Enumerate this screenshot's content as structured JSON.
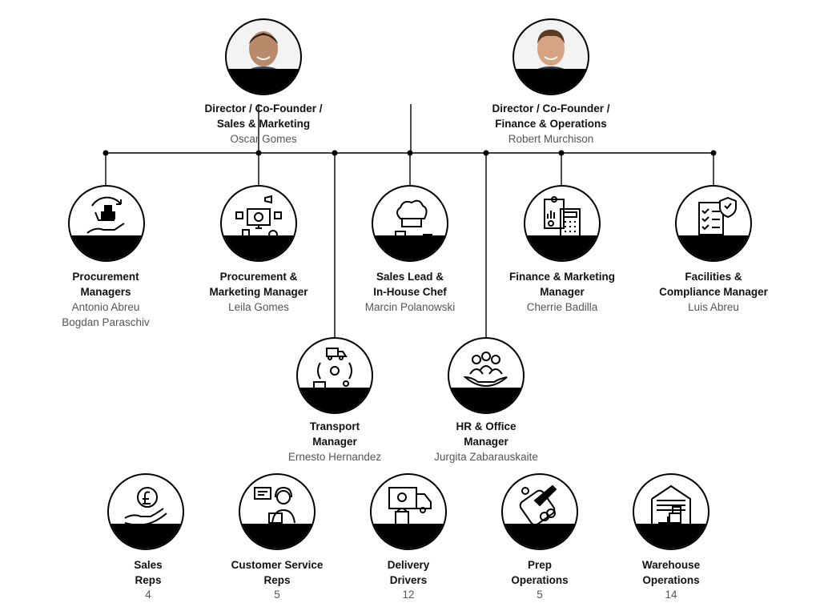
{
  "founders": [
    {
      "title_1": "Director / Co-Founder /",
      "title_2": "Sales & Marketing",
      "name": "Oscar Gomes"
    },
    {
      "title_1": "Director / Co-Founder /",
      "title_2": "Finance & Operations",
      "name": "Robert Murchison"
    }
  ],
  "managers": [
    {
      "title_1": "Procurement",
      "title_2": "Managers",
      "name_1": "Antonio Abreu",
      "name_2": "Bogdan Paraschiv",
      "icon": "procurement-hand-boxes-icon"
    },
    {
      "title_1": "Procurement &",
      "title_2": "Marketing Manager",
      "name_1": "Leila Gomes",
      "icon": "marketing-monitor-icon"
    },
    {
      "title_1": "Sales Lead &",
      "title_2": "In-House Chef",
      "name_1": "Marcin Polanowski",
      "icon": "chef-hat-icon"
    },
    {
      "title_1": "Finance & Marketing",
      "title_2": "Manager",
      "name_1": "Cherrie Badilla",
      "icon": "calculator-icon"
    },
    {
      "title_1": "Facilities &",
      "title_2": "Compliance Manager",
      "name_1": "Luis Abreu",
      "icon": "checklist-shield-icon"
    }
  ],
  "mid_managers": [
    {
      "title_1": "Transport",
      "title_2": "Manager",
      "name_1": "Ernesto Hernandez",
      "icon": "transport-cycle-icon"
    },
    {
      "title_1": "HR & Office",
      "title_2": "Manager",
      "name_1": "Jurgita Zabarauskaite",
      "icon": "team-hand-icon"
    }
  ],
  "teams": [
    {
      "title_1": "Sales",
      "title_2": "Reps",
      "count": "4",
      "icon": "pound-coin-hand-icon"
    },
    {
      "title_1": "Customer Service",
      "title_2": "Reps",
      "count": "5",
      "icon": "headset-agent-icon"
    },
    {
      "title_1": "Delivery",
      "title_2": "Drivers",
      "count": "12",
      "icon": "delivery-van-icon"
    },
    {
      "title_1": "Prep",
      "title_2": "Operations",
      "count": "5",
      "icon": "cutting-board-icon"
    },
    {
      "title_1": "Warehouse",
      "title_2": "Operations",
      "count": "14",
      "icon": "warehouse-icon"
    }
  ]
}
